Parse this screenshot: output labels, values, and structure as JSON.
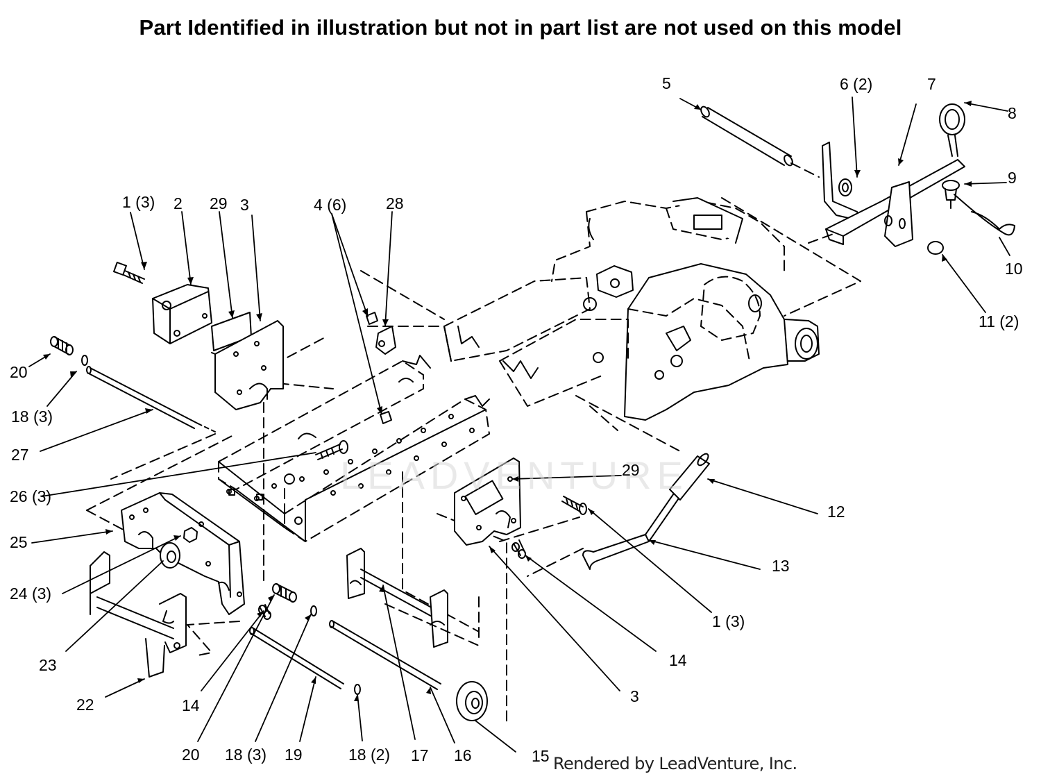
{
  "header": {
    "title": "Part Identified in illustration but not in part list are not used on this model"
  },
  "footer": {
    "credit": "Rendered by LeadVenture, Inc."
  },
  "watermark": {
    "text": "LEADVENTURE"
  },
  "callouts": [
    {
      "id": "c1",
      "text": "1 (3)"
    },
    {
      "id": "c2",
      "text": "2"
    },
    {
      "id": "c3",
      "text": "29"
    },
    {
      "id": "c4",
      "text": "3"
    },
    {
      "id": "c5",
      "text": "4 (6)"
    },
    {
      "id": "c6",
      "text": "28"
    },
    {
      "id": "c7",
      "text": "5"
    },
    {
      "id": "c8",
      "text": "6 (2)"
    },
    {
      "id": "c9",
      "text": "7"
    },
    {
      "id": "c10",
      "text": "8"
    },
    {
      "id": "c11",
      "text": "9"
    },
    {
      "id": "c12",
      "text": "10"
    },
    {
      "id": "c13",
      "text": "11 (2)"
    },
    {
      "id": "c14",
      "text": "20"
    },
    {
      "id": "c15",
      "text": "18 (3)"
    },
    {
      "id": "c16",
      "text": "27"
    },
    {
      "id": "c17",
      "text": "26 (3)"
    },
    {
      "id": "c18",
      "text": "25"
    },
    {
      "id": "c19",
      "text": "24 (3)"
    },
    {
      "id": "c20",
      "text": "23"
    },
    {
      "id": "c21",
      "text": "22"
    },
    {
      "id": "c22",
      "text": "14"
    },
    {
      "id": "c23",
      "text": "20"
    },
    {
      "id": "c24",
      "text": "18 (3)"
    },
    {
      "id": "c25",
      "text": "19"
    },
    {
      "id": "c26",
      "text": "18 (2)"
    },
    {
      "id": "c27",
      "text": "17"
    },
    {
      "id": "c28",
      "text": "16"
    },
    {
      "id": "c29",
      "text": "15"
    },
    {
      "id": "c30",
      "text": "3"
    },
    {
      "id": "c31",
      "text": "14"
    },
    {
      "id": "c32",
      "text": "1 (3)"
    },
    {
      "id": "c33",
      "text": "13"
    },
    {
      "id": "c34",
      "text": "12"
    },
    {
      "id": "c35",
      "text": "29"
    }
  ]
}
